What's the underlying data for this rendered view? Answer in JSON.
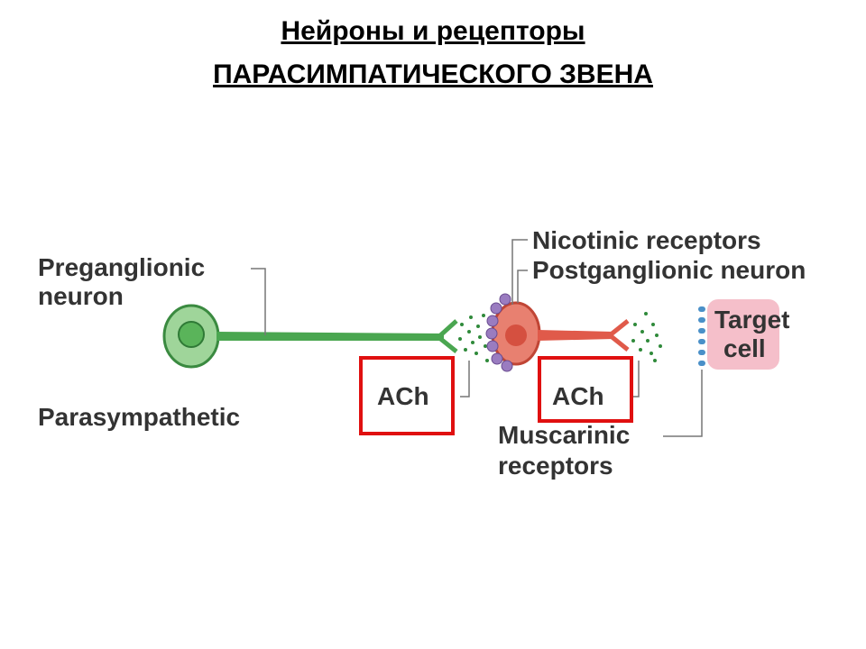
{
  "title": {
    "line1": "Нейроны и рецепторы ",
    "line2": "ПАРАСИМПАТИЧЕСКОГО ЗВЕНА"
  },
  "diagram": {
    "preganglionic_line1": "Preganglionic",
    "preganglionic_line2": "neuron",
    "parasympathetic": "Parasympathetic",
    "ach_1": "ACh",
    "ach_2": "ACh",
    "nicotinic": "Nicotinic receptors",
    "postganglionic": "Postganglionic neuron",
    "muscarinic_line1": "Muscarinic",
    "muscarinic_line2": "receptors",
    "target_line1": "Target",
    "target_line2": "cell"
  },
  "colors": {
    "pre_neuron": "#3a9a4a",
    "post_neuron": "#e05a4a",
    "target_cell": "#f4b8c4",
    "highlight_box": "#e01010",
    "receptor": "#9a7cc0",
    "muscarinic_receptor": "#4a90c8"
  }
}
